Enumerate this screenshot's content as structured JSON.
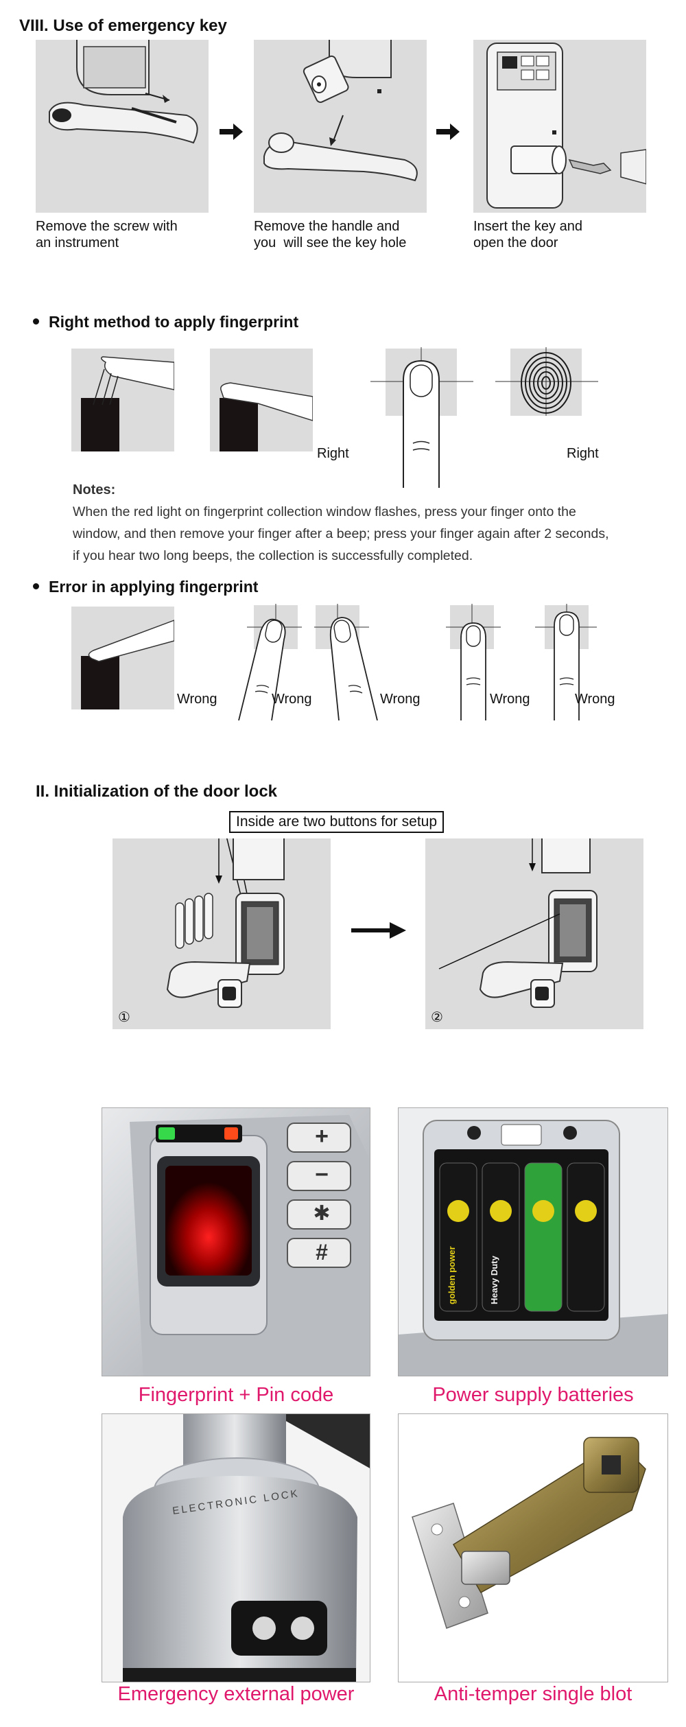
{
  "sec8": {
    "title": "VIII. Use of emergency key",
    "steps": [
      {
        "caption": "Remove the screw with\nan instrument"
      },
      {
        "caption": "Remove the handle and\nyou  will see the key hole"
      },
      {
        "caption": "Insert the key and\nopen the door"
      }
    ]
  },
  "right_method": {
    "title": "Right method to apply fingerprint",
    "right_label_1": "Right",
    "right_label_2": "Right",
    "notes_title": "Notes:",
    "notes_lines": [
      "When the red light on fingerprint collection window flashes, press your finger onto the",
      "window, and then remove your finger after a beep; press your finger again after 2 seconds,",
      "if you hear two long beeps, the collection is successfully completed."
    ]
  },
  "error_method": {
    "title": "Error in applying fingerprint",
    "wrong_labels": [
      "Wrong",
      "Wrong",
      "Wrong",
      "Wrong",
      "Wrong"
    ]
  },
  "sec2": {
    "title": "II. Initialization of the door lock",
    "callout": "Inside are two buttons for setup",
    "step1": "①",
    "step2": "②"
  },
  "photos": {
    "captions": [
      "Fingerprint + Pin code",
      "Power supply batteries",
      "Emergency external power",
      "Anti-temper single blot"
    ],
    "keypad_keys": [
      "+",
      "−",
      "✱",
      "#"
    ],
    "battery_brand": "golden power",
    "battery_type": "Heavy Duty",
    "lock_ring_text": "ELECTRONIC LOCK"
  },
  "colors": {
    "caption_pink": "#e0186c",
    "panel_grey": "#dcdcdc"
  }
}
